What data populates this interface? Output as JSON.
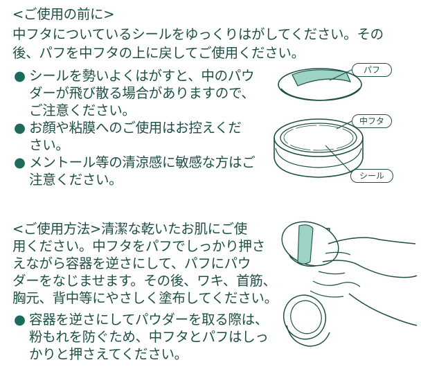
{
  "section1": {
    "heading": "<ご使用の前に>",
    "intro_lines": [
      "中フタについているシールをゆっくりはがしてください。その",
      "後、パフを中フタの上に戻してご使用ください。"
    ],
    "bullet_glyph": "●",
    "bullets": [
      [
        "シールを勢いよくはがすと、中のパウ",
        "ダーが飛び散る場合がありますので、",
        "ご注意ください。"
      ],
      [
        "お顔や粘膜へのご使用はお控えくだ",
        "さい。"
      ],
      [
        "メントール等の清涼感に敏感な方はご",
        "注意ください。"
      ]
    ],
    "figure_labels": {
      "puff": "パフ",
      "inner_lid": "中フタ",
      "seal": "シール"
    }
  },
  "section2": {
    "lines": [
      "<ご使用方法>清潔な乾いたお肌にご使",
      "用ください。中フタをパフでしっかり押さ",
      "えながら容器を逆さにして、パフにパウ",
      "ダーをなじませます。その後、ワキ、首筋、",
      "胸元、背中等にやさしく塗布してください。"
    ],
    "bullet_glyph": "●",
    "bullet": [
      "容器を逆さにしてパウダーを取る際は、",
      "粉もれを防ぐため、中フタとパフはしっ",
      "かりと押さえてください。"
    ]
  },
  "colors": {
    "text": "#1e4f43",
    "accent": "#9dd3c5",
    "line": "#1e4f43"
  }
}
